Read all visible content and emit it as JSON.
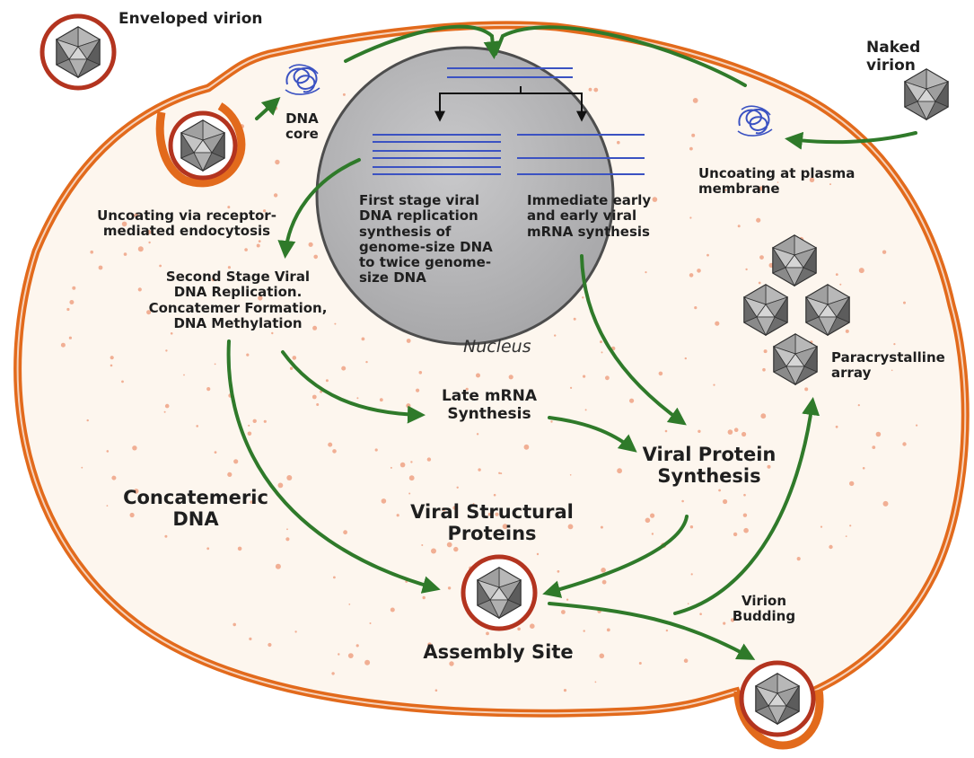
{
  "colors": {
    "membrane_outer": "#e26a1c",
    "membrane_inner": "#ffffff",
    "cytoplasm": "#fdf6ee",
    "speckle": "#e8744a",
    "nucleus_fill": "#b9b9bb",
    "nucleus_border": "#4d4d4d",
    "arrow_green": "#2f7a2a",
    "dna_blue": "#3b52c2",
    "virion_ring": "#b3341f",
    "capsid_gray": "#8c8c8c"
  },
  "labels": {
    "enveloped_virion": "Enveloped virion",
    "naked_virion": "Naked virion",
    "dna_core": "DNA\ncore",
    "uncoating_endocytosis": "Uncoating via receptor-\nmediated endocytosis",
    "uncoating_plasma": "Uncoating at plasma\nmembrane",
    "first_stage": "First stage viral\nDNA replication\nsynthesis of\ngenome-size DNA\nto twice genome-\nsize DNA",
    "immediate_early": "Immediate early\nand early viral\nmRNA synthesis",
    "second_stage": "Second Stage Viral\nDNA Replication.\nConcatemer Formation,\nDNA Methylation",
    "nucleus": "Nucleus",
    "paracrystalline": "Paracrystalline\narray",
    "late_mrna": "Late mRNA\nSynthesis",
    "viral_protein": "Viral Protein\nSynthesis",
    "concatemeric": "Concatemeric\nDNA",
    "structural_proteins": "Viral Structural\nProteins",
    "virion_budding": "Virion\nBudding",
    "assembly_site": "Assembly Site"
  },
  "icons": {
    "virion": "icosahedral-capsid-icon",
    "dna_coil": "dna-coil-icon"
  }
}
